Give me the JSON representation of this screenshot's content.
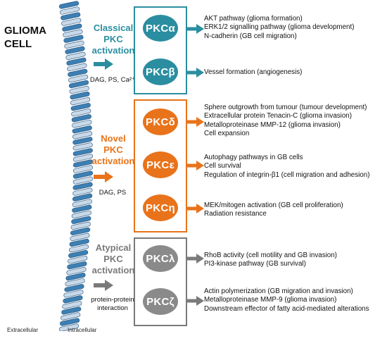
{
  "cell_label": "GLIOMA CELL",
  "sides": {
    "extracellular": "Extracellular",
    "intracellular": "Intracellular"
  },
  "colors": {
    "classical": "#2a8ea0",
    "novel": "#e8731a",
    "atypical": "#7a7a7a",
    "membrane": "#3d7fb3"
  },
  "groups": [
    {
      "id": "classical",
      "title": [
        "Classical",
        "PKC",
        "activation"
      ],
      "activators": "DAG, PS, Ca²⁺",
      "isoforms": [
        {
          "label": "PKCα",
          "effects": [
            "AKT pathway (glioma formation)",
            "ERK1/2 signalling pathway (glioma development)",
            "N-cadherin (GB cell migration)"
          ]
        },
        {
          "label": "PKCβ",
          "effects": [
            "Vessel formation (angiogenesis)"
          ]
        }
      ]
    },
    {
      "id": "novel",
      "title": [
        "Novel",
        "PKC",
        "activation"
      ],
      "activators": "DAG, PS",
      "isoforms": [
        {
          "label": "PKCδ",
          "effects": [
            "Sphere outgrowth from tumour (tumour development)",
            "Extracellular protein Tenacin-C (glioma invasion)",
            "Metalloproteinase MMP-12 (glioma invasion)",
            "Cell expansion"
          ]
        },
        {
          "label": "PKCε",
          "effects": [
            "Autophagy pathways in GB cells",
            "Cell survival",
            "Regulation of integrin-β1 (cell migration and adhesion)"
          ]
        },
        {
          "label": "PKCη",
          "effects": [
            "MEK/mitogen activation (GB cell proliferation)",
            "Radiation resistance"
          ]
        }
      ]
    },
    {
      "id": "atypical",
      "title": [
        "Atypical",
        "PKC",
        "activation"
      ],
      "activators": "protein-protein\ninteraction",
      "isoforms": [
        {
          "label": "PKCλ",
          "effects": [
            "RhoB activity (cell motility and GB invasion)",
            "PI3-kinase pathway (GB survival)"
          ]
        },
        {
          "label": "PKCζ",
          "effects": [
            "Actin polymerization (GB migration and invasion)",
            "Metalloproteinase MMP-9 (glioma invasion)",
            "Downstream effector of fatty acid-mediated alterations"
          ]
        }
      ]
    }
  ]
}
